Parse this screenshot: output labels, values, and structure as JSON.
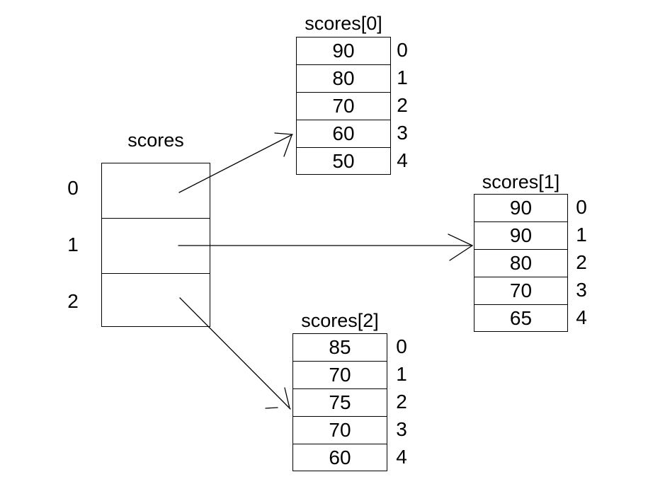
{
  "page": {
    "background_color": "#ffffff",
    "line_color": "#000000"
  },
  "main_array": {
    "title": "scores",
    "indices": [
      "0",
      "1",
      "2"
    ]
  },
  "sub_arrays": [
    {
      "title": "scores[0]",
      "values": [
        "90",
        "80",
        "70",
        "60",
        "50"
      ],
      "indices": [
        "0",
        "1",
        "2",
        "3",
        "4"
      ]
    },
    {
      "title": "scores[1]",
      "values": [
        "90",
        "90",
        "80",
        "70",
        "65"
      ],
      "indices": [
        "0",
        "1",
        "2",
        "3",
        "4"
      ]
    },
    {
      "title": "scores[2]",
      "values": [
        "85",
        "70",
        "75",
        "70",
        "60"
      ],
      "indices": [
        "0",
        "1",
        "2",
        "3",
        "4"
      ]
    }
  ],
  "arrows": [
    {
      "from": "scores[0] cell",
      "to": "scores[0] table"
    },
    {
      "from": "scores[1] cell",
      "to": "scores[1] table"
    },
    {
      "from": "scores[2] cell",
      "to": "scores[2] table"
    }
  ]
}
